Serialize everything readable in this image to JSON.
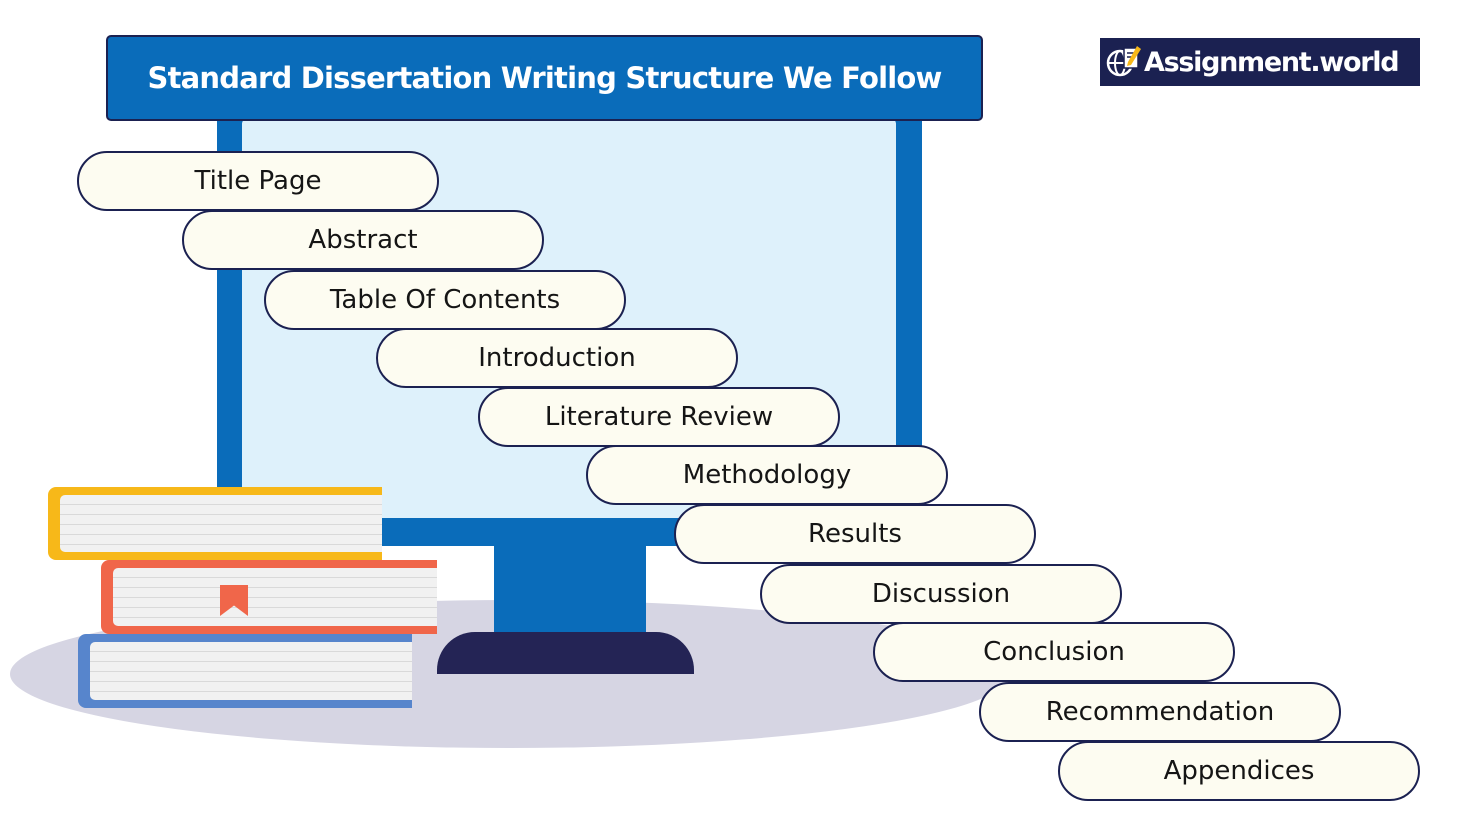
{
  "header": {
    "title": "Standard Dissertation Writing Structure We Follow"
  },
  "logo": {
    "text": "Assignment.world",
    "icon": "globe-pencil-icon"
  },
  "sections": [
    {
      "label": "Title Page"
    },
    {
      "label": "Abstract"
    },
    {
      "label": "Table Of Contents"
    },
    {
      "label": "Introduction"
    },
    {
      "label": "Literature Review"
    },
    {
      "label": "Methodology"
    },
    {
      "label": "Results"
    },
    {
      "label": "Discussion"
    },
    {
      "label": "Conclusion"
    },
    {
      "label": "Recommendation"
    },
    {
      "label": "Appendices"
    }
  ],
  "colors": {
    "primary_blue": "#0a6cba",
    "navy": "#1b2151",
    "screen": "#def1fb",
    "pill_fill": "#fdfcf1",
    "book_yellow": "#f7b819",
    "book_orange": "#f0664a",
    "book_blue": "#5785cc",
    "floor": "#d6d5e3"
  }
}
